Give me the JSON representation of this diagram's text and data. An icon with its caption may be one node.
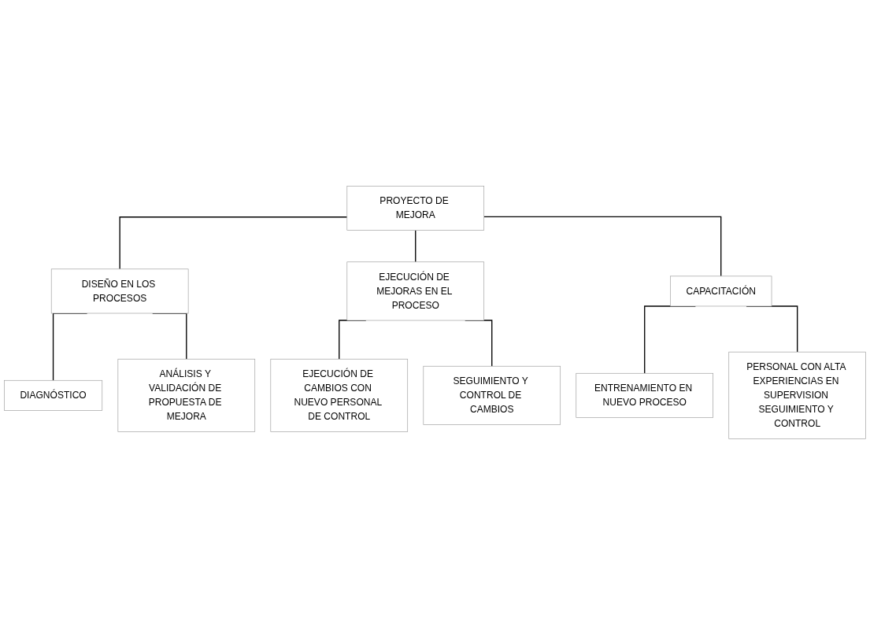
{
  "diagram": {
    "nodes": [
      {
        "text": [
          "PROYECTO DE MEJORA"
        ]
      },
      {
        "text": [
          "DISEÑO EN LOS PROCESOS"
        ]
      },
      {
        "text": [
          "EJECUCIÓN DE MEJORAS EN EL PROCESO"
        ]
      },
      {
        "text": [
          "CAPACITACIÓN"
        ]
      },
      {
        "text": [
          "DIAGNÓSTICO"
        ]
      },
      {
        "text": [
          "EJECUCIÓN DE CAMBIOS CON NUEVO PERSONAL DE CONTROL"
        ]
      },
      {
        "text": [
          "ENTRENAMIENTO EN NUEVO PROCESO"
        ]
      },
      {
        "text": [
          "ANÁLISIS Y VALIDACIÓN DE PROPUESTA DE MEJORA"
        ]
      },
      {
        "text": [
          "SEGUIMIENTO Y CONTROL DE CAMBIOS"
        ]
      },
      {
        "text": [
          "PERSONAL CON ALTA EXPERIENCIAS EN SUPERVISION SEGUIMIENTO Y CONTROL"
        ]
      }
    ],
    "edges": [
      {
        "from": 0,
        "to": 1,
        "arrow": "none"
      },
      {
        "from": 0,
        "to": 2,
        "arrow": "none"
      },
      {
        "from": 0,
        "to": 3,
        "arrow": "none"
      },
      {
        "from": 1,
        "to": 4,
        "arrow": "none"
      },
      {
        "from": 1,
        "to": 7,
        "arrow": "none"
      },
      {
        "from": 2,
        "to": 5,
        "arrow": "none"
      },
      {
        "from": 2,
        "to": 8,
        "arrow": "none"
      },
      {
        "from": 3,
        "to": 6,
        "arrow": "none"
      },
      {
        "from": 3,
        "to": 9,
        "arrow": "none"
      }
    ]
  }
}
